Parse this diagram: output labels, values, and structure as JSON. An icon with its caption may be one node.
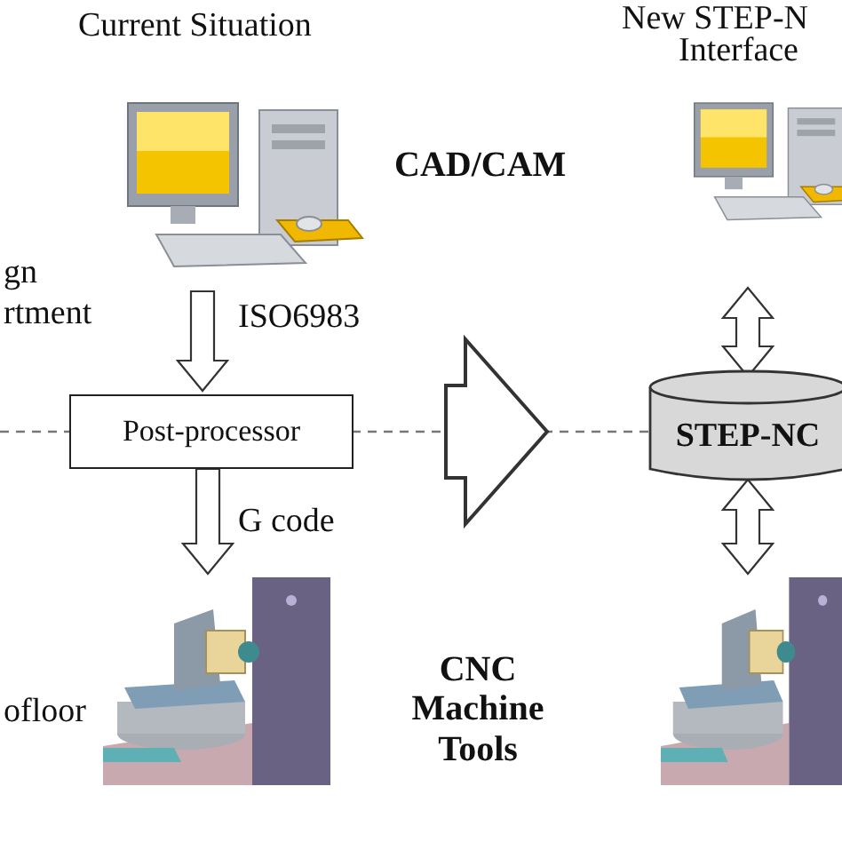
{
  "diagram": {
    "nodes": [
      {
        "text": [],
        "shape": "picture"
      },
      {
        "text": [
          "Post-processor"
        ]
      },
      {
        "text": [],
        "shape": "picture"
      },
      {
        "text": [],
        "shape": "picture"
      },
      {
        "text": [
          "STEP-NC"
        ]
      },
      {
        "text": [],
        "shape": "picture"
      }
    ],
    "edges": [
      {
        "from": 0,
        "to": 1,
        "arrow": "to",
        "label": "ISO6983"
      },
      {
        "from": 1,
        "to": 2,
        "arrow": "to",
        "label": "G code"
      },
      {
        "from": 1,
        "to": 4,
        "arrow": "to",
        "style": "thick"
      },
      {
        "from": 3,
        "to": 4,
        "arrow": "both"
      },
      {
        "from": 4,
        "to": 5,
        "arrow": "both"
      }
    ],
    "labels": [
      "Current Situation",
      "New STEP-N",
      "Interface",
      "CAD/CAM",
      "gn",
      "rtment",
      "ofloor",
      "CNC Machine Tools"
    ]
  }
}
